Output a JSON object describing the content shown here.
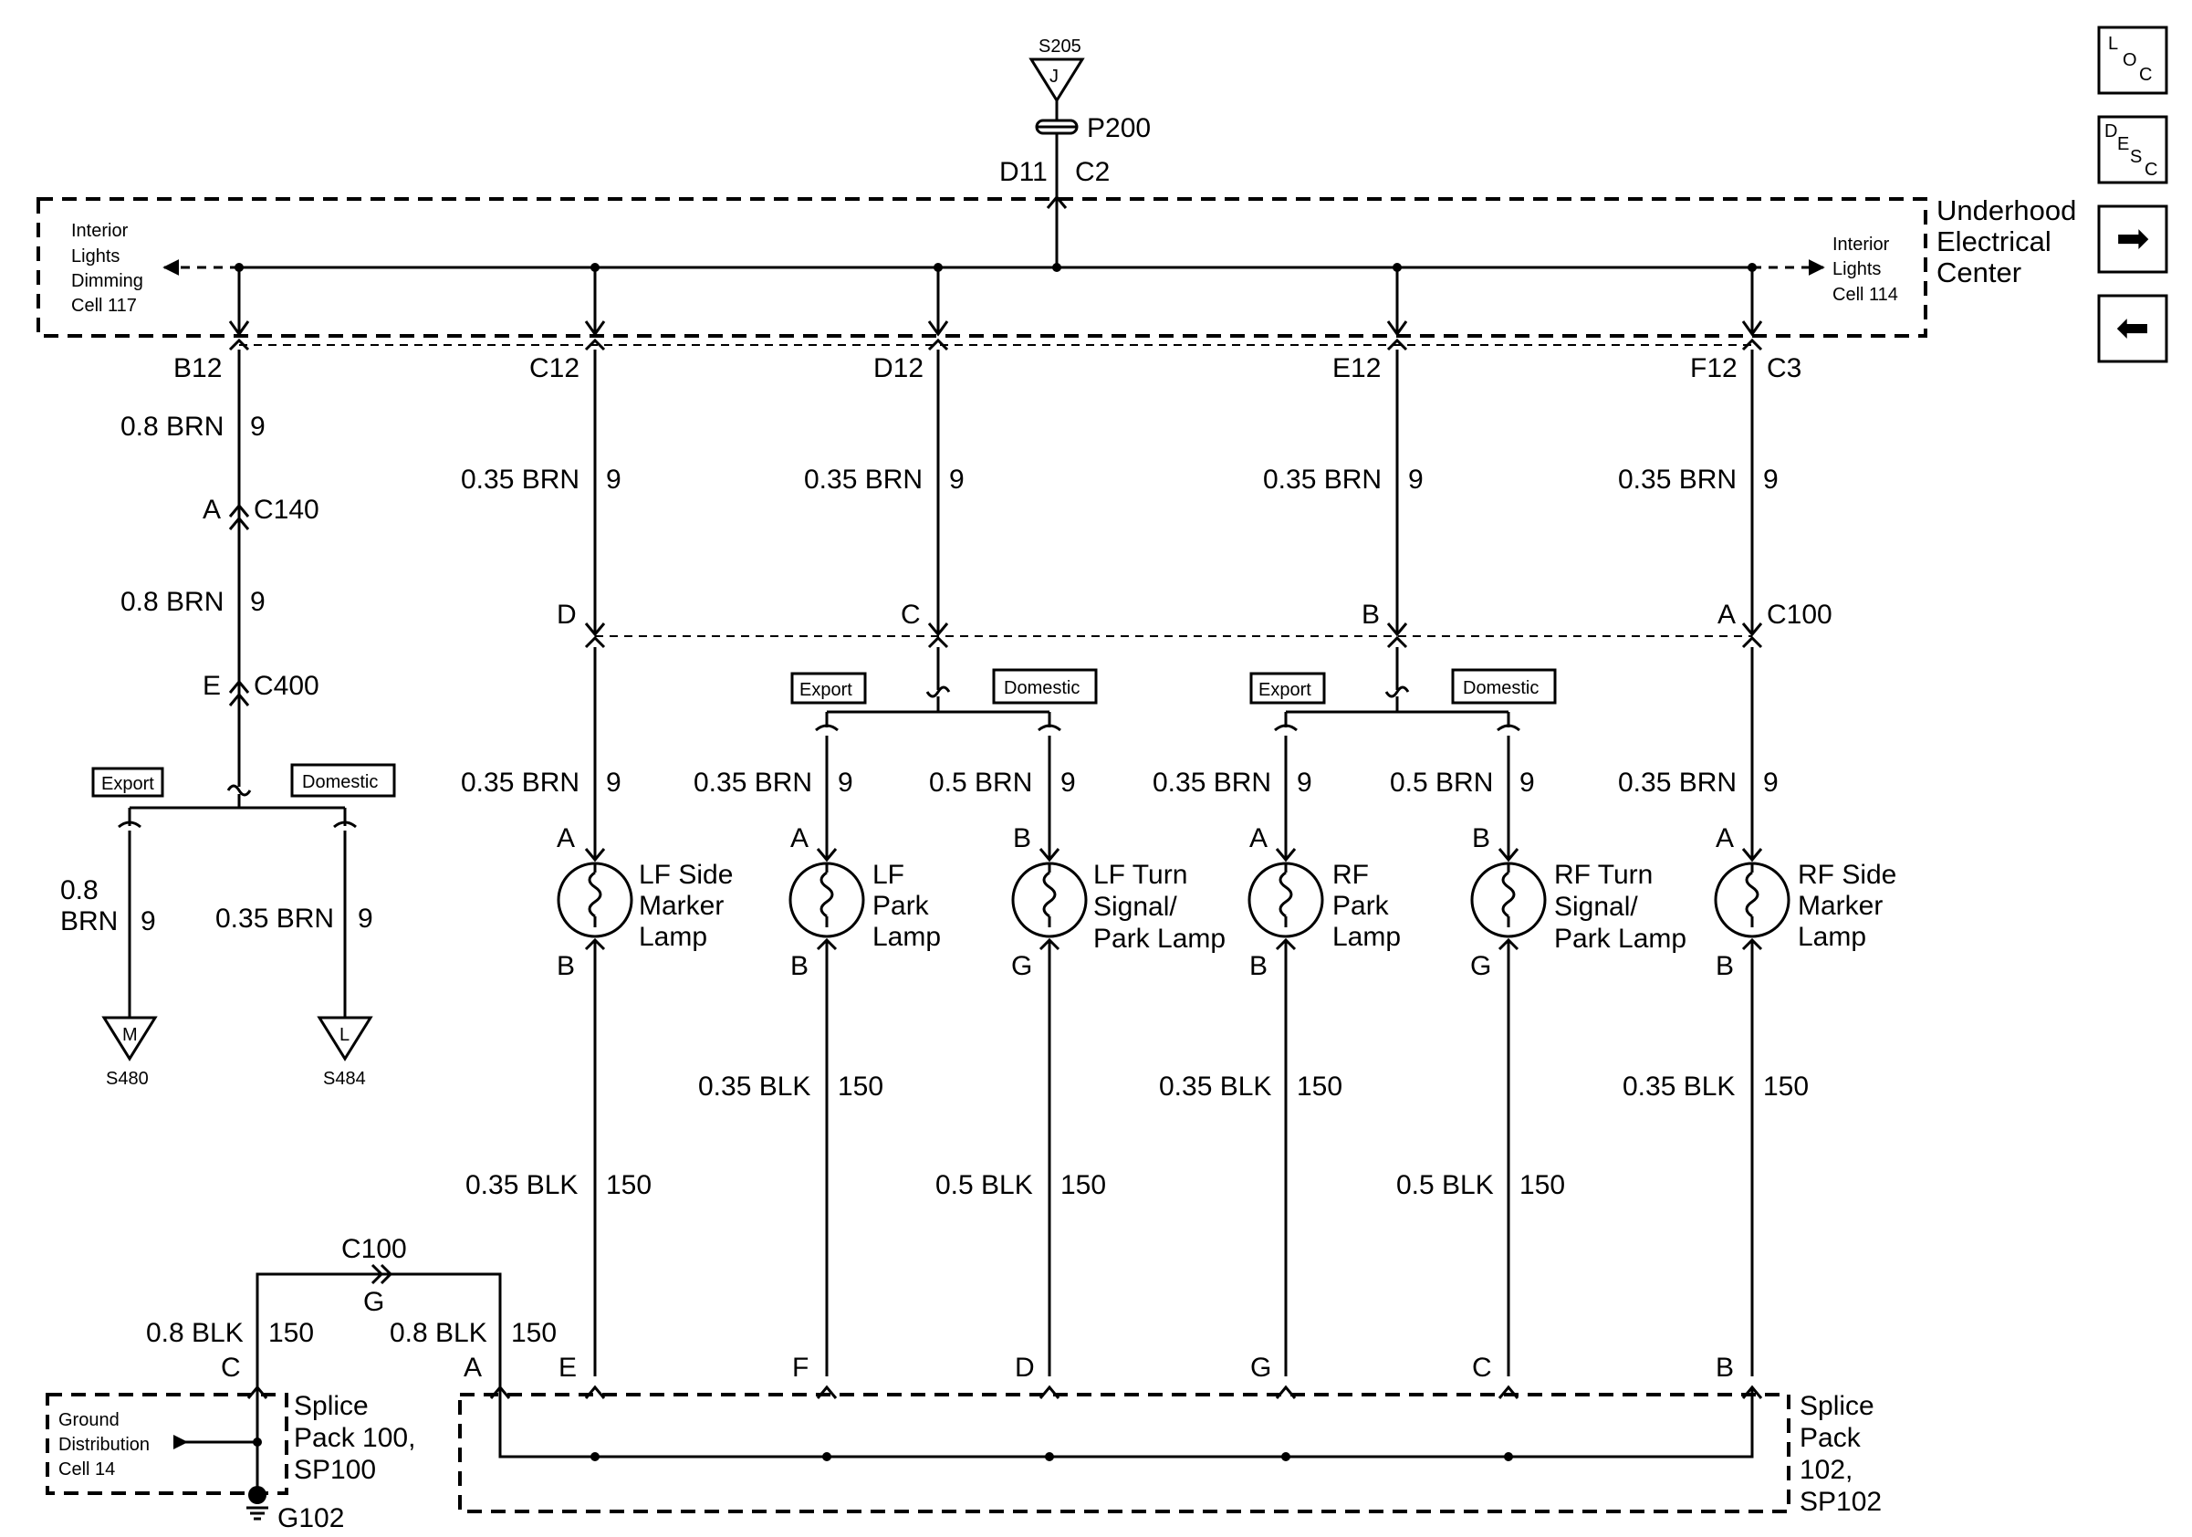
{
  "top": {
    "splice": "S205",
    "splice_letter": "J",
    "connector": "P200",
    "pin_left": "D11",
    "pin_right": "C2"
  },
  "uec": {
    "title": [
      "Underhood",
      "Electrical",
      "Center"
    ]
  },
  "refs": {
    "left": [
      "Interior",
      "Lights",
      "Dimming",
      "Cell 117"
    ],
    "right": [
      "Interior",
      "Lights",
      "Cell 114"
    ],
    "ground": [
      "Ground",
      "Distribution",
      "Cell 14"
    ]
  },
  "nav": {
    "loc": [
      "L",
      "O",
      "C"
    ],
    "desc": [
      "D",
      "E",
      "S",
      "C"
    ],
    "next": "➡",
    "prev": "⬅"
  },
  "uec_pins": [
    "B12",
    "C12",
    "D12",
    "E12",
    "F12",
    "C3"
  ],
  "left_branch": {
    "w1": "0.8 BRN",
    "c1": "9",
    "pin_a": "A",
    "conn_a": "C140",
    "w2": "0.8 BRN",
    "c2": "9",
    "pin_e": "E",
    "conn_e": "C400",
    "export": "Export",
    "domestic": "Domestic",
    "w3a": "0.8",
    "w3b": "BRN",
    "c3": "9",
    "w4": "0.35 BRN",
    "c4": "9",
    "sp1_letter": "M",
    "sp1": "S480",
    "sp2_letter": "L",
    "sp2": "S484"
  },
  "feeds": {
    "w": "0.35 BRN",
    "c": "9",
    "c100_pins": [
      "D",
      "C",
      "B",
      "A"
    ],
    "c100": "C100"
  },
  "option_labels": {
    "export": "Export",
    "domestic": "Domestic"
  },
  "lamps": [
    {
      "name": [
        "LF Side",
        "Marker",
        "Lamp"
      ],
      "pin_top": "A",
      "pin_bot": "B",
      "w_in": "0.35 BRN",
      "c_in": "9",
      "w_out": "0.35 BLK",
      "c_out": "150",
      "sp_pin": "E"
    },
    {
      "name": [
        "LF",
        "Park",
        "Lamp"
      ],
      "pin_top": "A",
      "pin_bot": "B",
      "w_in": "0.35 BRN",
      "c_in": "9",
      "w_out": "0.35 BLK",
      "c_out": "150",
      "sp_pin": "F"
    },
    {
      "name": [
        "LF Turn",
        "Signal/",
        "Park Lamp"
      ],
      "pin_top": "B",
      "pin_bot": "G",
      "w_in": "0.5 BRN",
      "c_in": "9",
      "w_out": "0.5 BLK",
      "c_out": "150",
      "sp_pin": "D"
    },
    {
      "name": [
        "RF",
        "Park",
        "Lamp"
      ],
      "pin_top": "A",
      "pin_bot": "B",
      "w_in": "0.35 BRN",
      "c_in": "9",
      "w_out": "0.35 BLK",
      "c_out": "150",
      "sp_pin": "G"
    },
    {
      "name": [
        "RF Turn",
        "Signal/",
        "Park Lamp"
      ],
      "pin_top": "B",
      "pin_bot": "G",
      "w_in": "0.5 BRN",
      "c_in": "9",
      "w_out": "0.5 BLK",
      "c_out": "150",
      "sp_pin": "C"
    },
    {
      "name": [
        "RF Side",
        "Marker",
        "Lamp"
      ],
      "pin_top": "A",
      "pin_bot": "B",
      "w_in": "0.35 BRN",
      "c_in": "9",
      "w_out": "0.35 BLK",
      "c_out": "150",
      "sp_pin": "B"
    }
  ],
  "ground_path": {
    "c100": "C100",
    "pin_g": "G",
    "w_left": "0.8 BLK",
    "c_left": "150",
    "w_right": "0.8 BLK",
    "c_right": "150",
    "pin_c": "C",
    "pin_a": "A",
    "sp100": [
      "Splice",
      "Pack 100,",
      "SP100"
    ],
    "g": "G102",
    "sp102": [
      "Splice",
      "Pack",
      "102,",
      "SP102"
    ]
  }
}
